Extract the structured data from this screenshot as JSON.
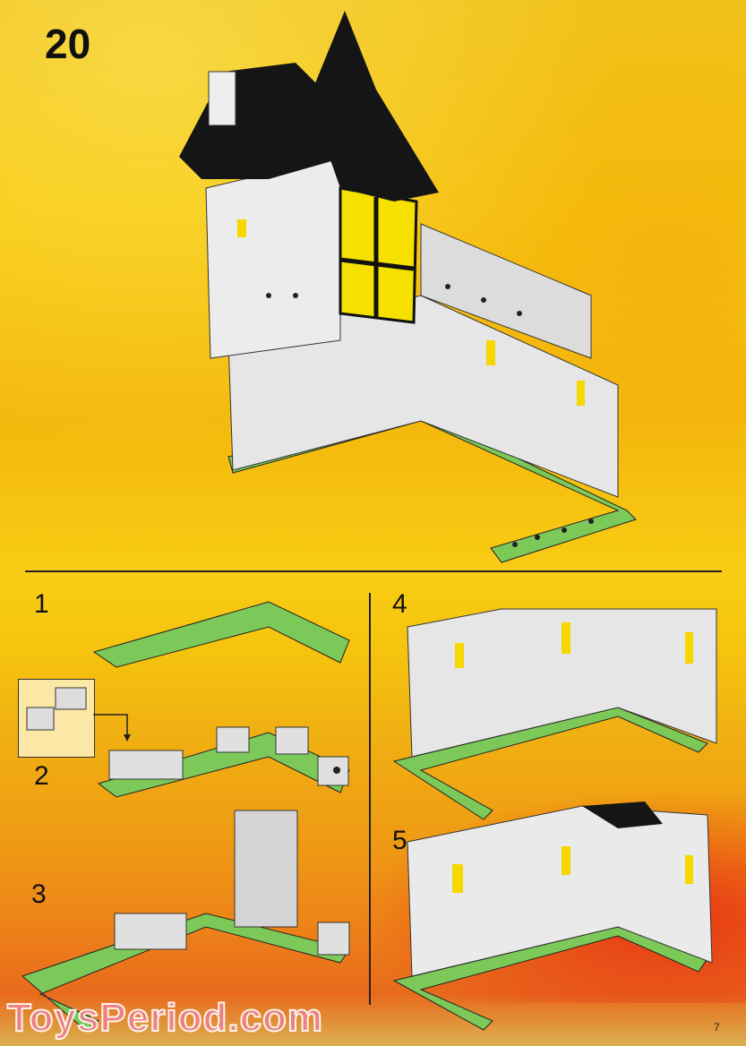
{
  "page": {
    "main_step": "20",
    "page_number": "7"
  },
  "substeps": [
    "1",
    "2",
    "3",
    "4",
    "5"
  ],
  "watermark": "ToysPeriod.com",
  "colors": {
    "brick_gray": "#e4e4e4",
    "plate_green": "#7cc95a",
    "roof_black": "#151515",
    "panel_yellow": "#f5e000"
  }
}
